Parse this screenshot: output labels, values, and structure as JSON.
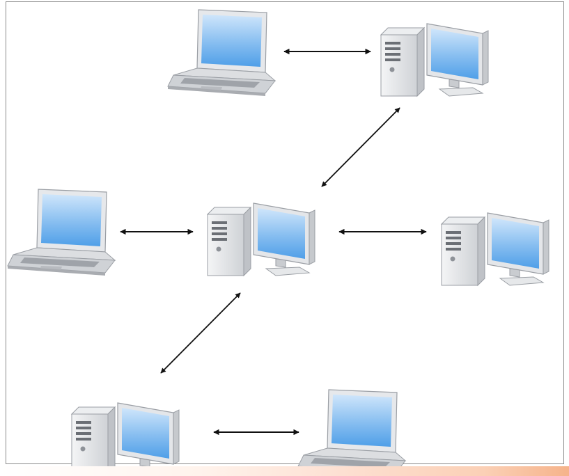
{
  "diagram": {
    "type": "network",
    "nodes": [
      {
        "id": "laptop-top",
        "kind": "laptop"
      },
      {
        "id": "desktop-top-right",
        "kind": "desktop"
      },
      {
        "id": "laptop-left",
        "kind": "laptop"
      },
      {
        "id": "desktop-center",
        "kind": "desktop"
      },
      {
        "id": "desktop-right",
        "kind": "desktop"
      },
      {
        "id": "desktop-bottom-left",
        "kind": "desktop"
      },
      {
        "id": "laptop-bottom-right",
        "kind": "laptop"
      }
    ],
    "connections": [
      {
        "from": "laptop-top",
        "to": "desktop-top-right",
        "direction": "bidirectional"
      },
      {
        "from": "desktop-top-right",
        "to": "desktop-center",
        "direction": "bidirectional"
      },
      {
        "from": "laptop-left",
        "to": "desktop-center",
        "direction": "bidirectional"
      },
      {
        "from": "desktop-center",
        "to": "desktop-right",
        "direction": "bidirectional"
      },
      {
        "from": "desktop-center",
        "to": "desktop-bottom-left",
        "direction": "bidirectional"
      },
      {
        "from": "desktop-bottom-left",
        "to": "laptop-bottom-right",
        "direction": "bidirectional"
      }
    ]
  },
  "colors": {
    "screen_blue": "#4f9fe8",
    "screen_light": "#cfe6fb",
    "case_gray": "#d9dbde",
    "case_dark": "#b2b5ba",
    "arrow": "#111111",
    "frame": "#8a8a8a"
  }
}
